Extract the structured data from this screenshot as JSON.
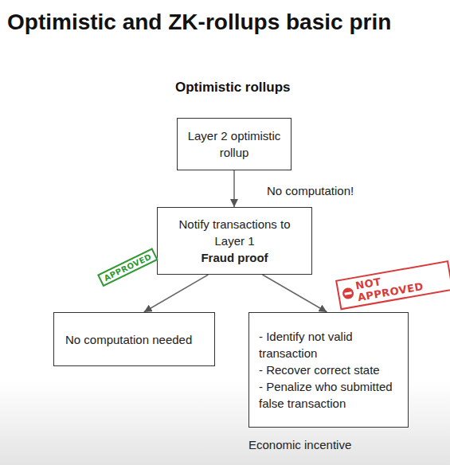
{
  "diagram": {
    "title": "Optimistic and ZK-rollups basic prin",
    "nodes": [
      {
        "text": [
          "Layer 2 optimistic rollup"
        ]
      },
      {
        "text": [
          "Notify transactions to Layer 1",
          "Fraud proof"
        ]
      },
      {
        "text": [
          "No computation needed"
        ]
      },
      {
        "text": [
          "- Identify not valid transaction",
          "- Recover correct state",
          "- Penalize who submitted false transaction"
        ]
      }
    ],
    "edges": [
      {
        "from": 0,
        "to": 1,
        "arrow": "to",
        "label": "No computation!"
      },
      {
        "from": 1,
        "to": 2,
        "arrow": "to"
      },
      {
        "from": 1,
        "to": 3,
        "arrow": "to"
      }
    ],
    "labels": [
      "Optimistic rollups",
      "APPROVED",
      "NOT APPROVED",
      "Economic incentive"
    ]
  }
}
